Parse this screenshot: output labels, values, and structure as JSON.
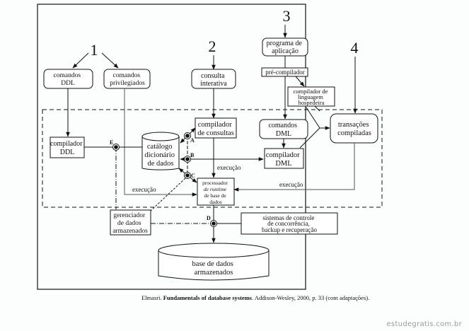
{
  "numbers": {
    "n1": "1",
    "n2": "2",
    "n3": "3",
    "n4": "4"
  },
  "boxes": {
    "comandos_ddl": [
      "comandos",
      "DDL"
    ],
    "comandos_priv": [
      "comandos",
      "privilegiados"
    ],
    "consulta_interativa": [
      "consulta",
      "interativa"
    ],
    "programa_aplicacao": [
      "programa de",
      "aplicação"
    ],
    "pre_compilador": [
      "pré-compilador"
    ],
    "compilador_linguagem": [
      "compilador de",
      "linguagem",
      "hospedeira"
    ],
    "compilador_ddl": [
      "compilador",
      "DDL"
    ],
    "catalogo": [
      "catálogo",
      "dicionário",
      "de dados"
    ],
    "compilador_consultas": [
      "compilador",
      "de consultas"
    ],
    "comandos_dml": [
      "comandos",
      "DML"
    ],
    "compilador_dml": [
      "compilador",
      "DML"
    ],
    "transacoes": [
      "transações",
      "compiladas"
    ],
    "processador": [
      "processador",
      "de runtime",
      "de base de",
      "dados"
    ],
    "gerenciador": [
      "gerenciador",
      "de dados",
      "armazenados"
    ],
    "sistemas_controle": [
      "sistemas de controle",
      "de concorrência,",
      "backup e recuperação"
    ],
    "base_dados": [
      "base de dados",
      "armazenados"
    ]
  },
  "node_labels": {
    "a": "A",
    "b": "B",
    "c": "C",
    "d": "D",
    "e": "E"
  },
  "edge_labels": {
    "exec1": "execução",
    "exec2": "execução",
    "exec3": "execução"
  },
  "caption": {
    "author": "Elmasri.",
    "title": "Fundamentals of database systems",
    "rest": ". Addison-Wesley, 2000, p. 33 (com adaptações)."
  },
  "watermark": "estudegratis.com.br"
}
